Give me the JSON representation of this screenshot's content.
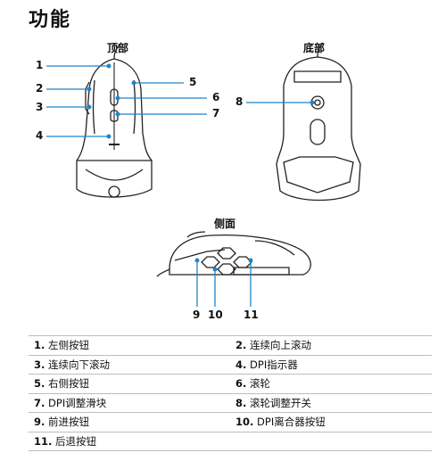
{
  "title": "功能",
  "views": {
    "top": "顶部",
    "bottom": "底部",
    "side": "侧面"
  },
  "callouts": {
    "top": [
      "1",
      "2",
      "3",
      "4",
      "5",
      "6",
      "7"
    ],
    "bottom": [
      "8"
    ],
    "side": [
      "9",
      "10",
      "11"
    ]
  },
  "features": [
    {
      "num": "1.",
      "label": "左侧按钮"
    },
    {
      "num": "2.",
      "label": "连续向上滚动"
    },
    {
      "num": "3.",
      "label": "连续向下滚动"
    },
    {
      "num": "4.",
      "label": "DPI指示器"
    },
    {
      "num": "5.",
      "label": "右侧按钮"
    },
    {
      "num": "6.",
      "label": "滚轮"
    },
    {
      "num": "7.",
      "label": "DPI调整滑块"
    },
    {
      "num": "8.",
      "label": "滚轮调整开关"
    },
    {
      "num": "9.",
      "label": "前进按钮"
    },
    {
      "num": "10.",
      "label": "DPI离合器按钮"
    },
    {
      "num": "11.",
      "label": "后退按钮"
    }
  ]
}
